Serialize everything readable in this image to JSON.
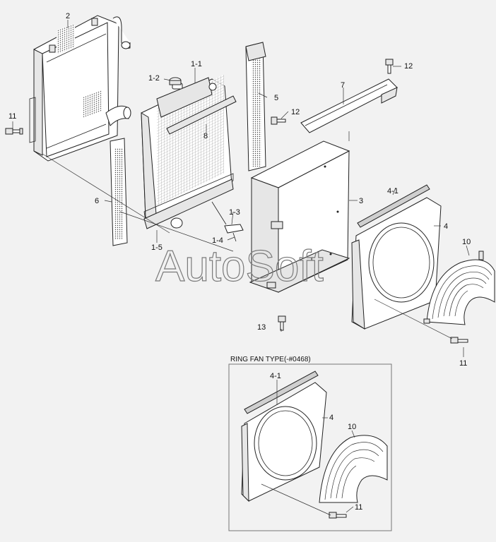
{
  "inset": {
    "title": "RING FAN TYPE(-#0468)"
  },
  "watermark": "AutoSoft",
  "callouts": {
    "c2": "2",
    "c1_1": "1-1",
    "c1_2": "1-2",
    "c5": "5",
    "c7": "7",
    "c12a": "12",
    "c12b": "12",
    "c11a": "11",
    "c8": "8",
    "c6": "6",
    "c1_3": "1-3",
    "c1_4": "1-4",
    "c1_5": "1-5",
    "c3": "3",
    "c4_1a": "4-1",
    "c4a": "4",
    "c10a": "10",
    "c13": "13",
    "c11b": "11",
    "c4_1b": "4-1",
    "c4b": "4",
    "c10b": "10",
    "c11c": "11"
  }
}
